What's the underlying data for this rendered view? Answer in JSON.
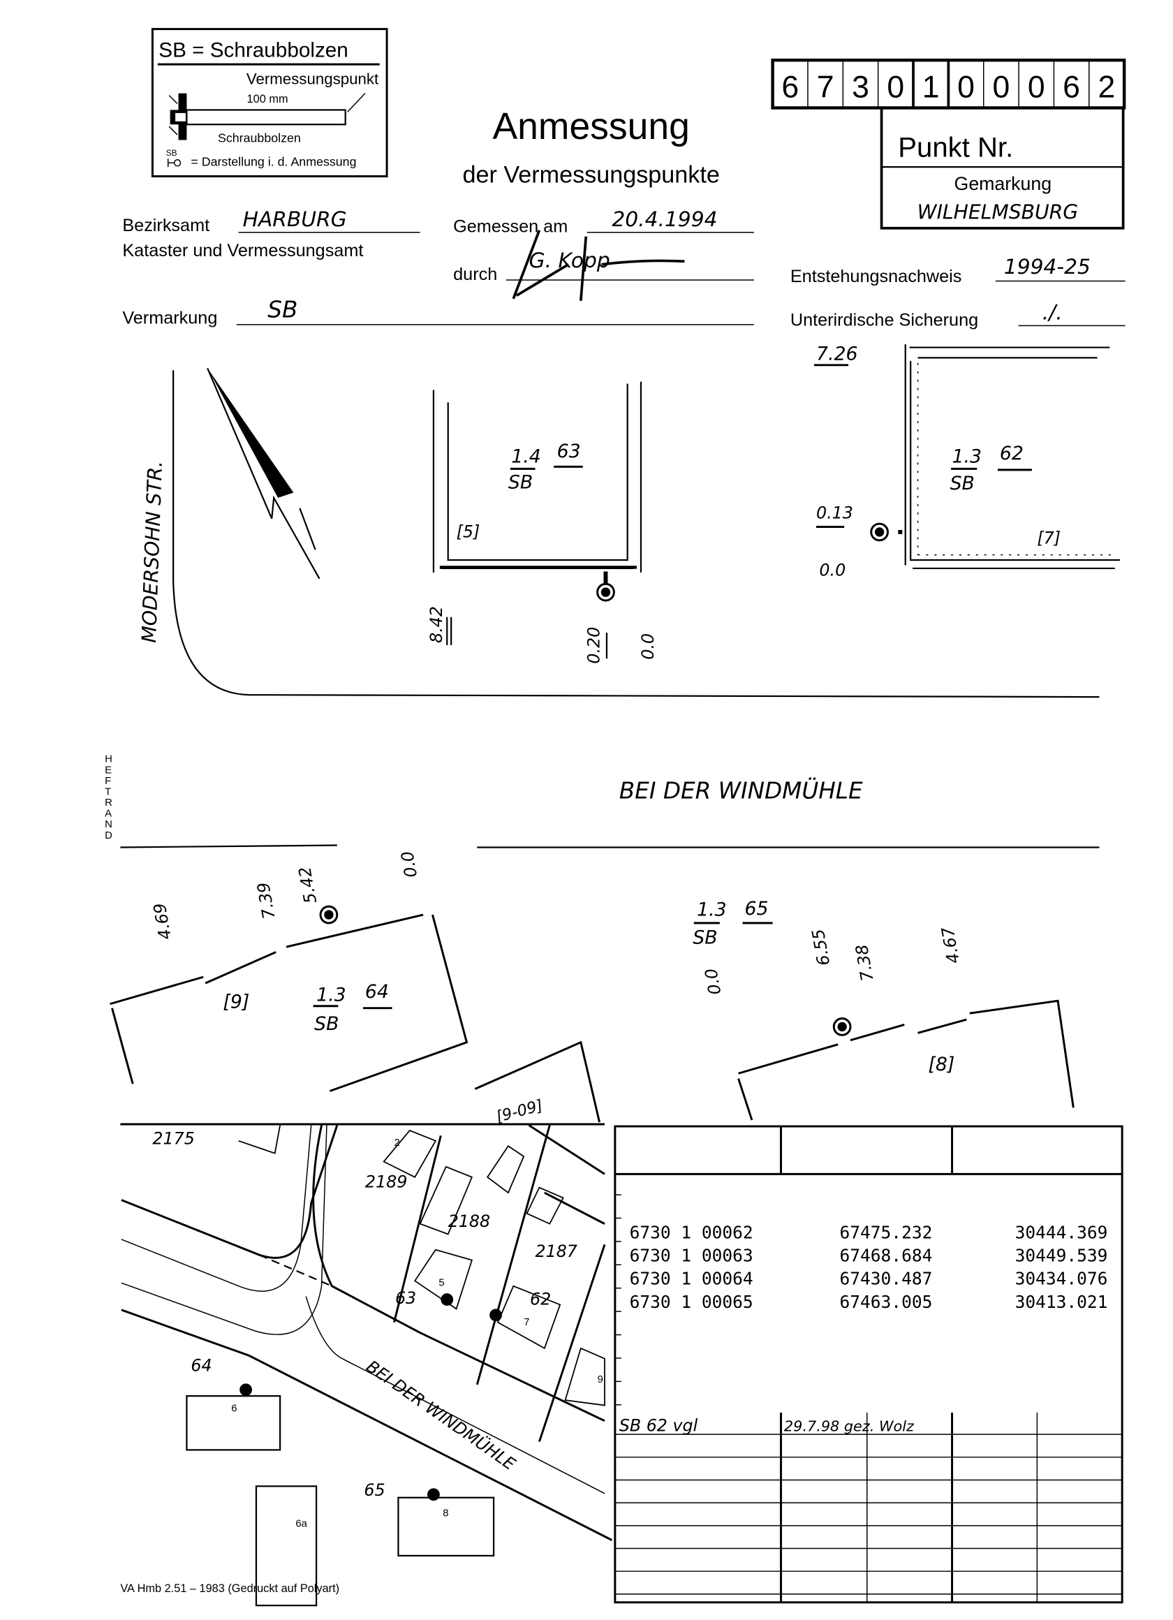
{
  "legend": {
    "title": "SB = Schraubbolzen",
    "point_label": "Vermessungspunkt",
    "length": "100 mm",
    "bolt_label": "Schraubbolzen",
    "symbol_sb": "SB",
    "symbol_desc": "= Darstellung i. d. Anmessung"
  },
  "title": {
    "main": "Anmessung",
    "sub": "der Vermessungspunkte"
  },
  "punkt": {
    "digits": [
      "6",
      "7",
      "3",
      "0",
      "1",
      "0",
      "0",
      "0",
      "6",
      "2"
    ],
    "label": "Punkt Nr.",
    "gemarkung_label": "Gemarkung",
    "gemarkung_value": "WILHELMSBURG"
  },
  "form": {
    "bezirksamt_label": "Bezirksamt",
    "bezirksamt_value": "HARBURG",
    "amt_label": "Kataster und Vermessungsamt",
    "gemessen_label": "Gemessen am",
    "gemessen_value": "20.4.1994",
    "durch_label": "durch",
    "durch_value": "G. Kopp",
    "entstehung_label": "Entstehungsnachweis",
    "entstehung_value": "1994-25",
    "vermarkung_label": "Vermarkung",
    "vermarkung_value": "SB",
    "sicherung_label": "Unterirdische Sicherung",
    "sicherung_value": "./."
  },
  "sketch": {
    "street_top": "MODERSOHN STR.",
    "street_main": "BEI DER WINDMÜHLE",
    "heftrand": [
      "H",
      "E",
      "F",
      "T",
      "R",
      "A",
      "N",
      "D"
    ],
    "p63": {
      "h": "1.4",
      "t": "SB",
      "n": "63",
      "house": "[5]",
      "m1": "8.42",
      "m2": "0.20",
      "m3": "0.0"
    },
    "p62": {
      "h": "1.3",
      "t": "SB",
      "n": "62",
      "house": "[7]",
      "m1": "7.26",
      "m2": "0.13",
      "m3": "0.0"
    },
    "p64": {
      "h": "1.3",
      "t": "SB",
      "n": "64",
      "house": "[9]",
      "m1": "4.69",
      "m2": "7.39",
      "m3": "5.42",
      "m4": "0.0",
      "house2": "[9-09]"
    },
    "p65": {
      "h": "1.3",
      "t": "SB",
      "n": "65",
      "house": "[8]",
      "m1": "0.0",
      "m2": "6.55",
      "m3": "7.38",
      "m4": "4.67"
    }
  },
  "map": {
    "parcels": [
      "2175",
      "2189",
      "2188",
      "2187"
    ],
    "houses": [
      "2",
      "5",
      "7",
      "9",
      "6",
      "6a",
      "8"
    ],
    "points": [
      "63",
      "62",
      "64",
      "65"
    ],
    "street": "BEI DER WINDMÜHLE"
  },
  "coords": {
    "rows": [
      {
        "id": "6730 1 00062",
        "x": "67475.232",
        "y": "30444.369"
      },
      {
        "id": "6730 1 00063",
        "x": "67468.684",
        "y": "30449.539"
      },
      {
        "id": "6730 1 00064",
        "x": "67430.487",
        "y": "30434.076"
      },
      {
        "id": "6730 1 00065",
        "x": "67463.005",
        "y": "30413.021"
      }
    ],
    "note1": "SB 62 vgl",
    "note2": "29.7.98 gez. Wolz"
  },
  "footer": "VA Hmb 2.51 – 1983 (Gedruckt auf Polyart)"
}
